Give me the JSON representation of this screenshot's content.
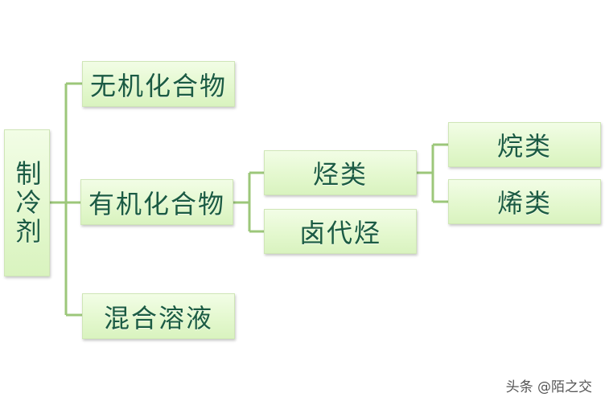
{
  "diagram": {
    "root": "制冷剂",
    "level1": {
      "inorganic": "无机化合物",
      "organic": "有机化合物",
      "mixture": "混合溶液"
    },
    "organic_children": {
      "hydrocarbon": "烃类",
      "halocarbon": "卤代烃"
    },
    "hydrocarbon_children": {
      "alkane": "烷类",
      "alkene": "烯类"
    }
  },
  "watermark": "头条 @陌之交",
  "colors": {
    "connector": "#9cc77a",
    "box_fill": "#e4f8cf",
    "text": "#1b5b43"
  }
}
